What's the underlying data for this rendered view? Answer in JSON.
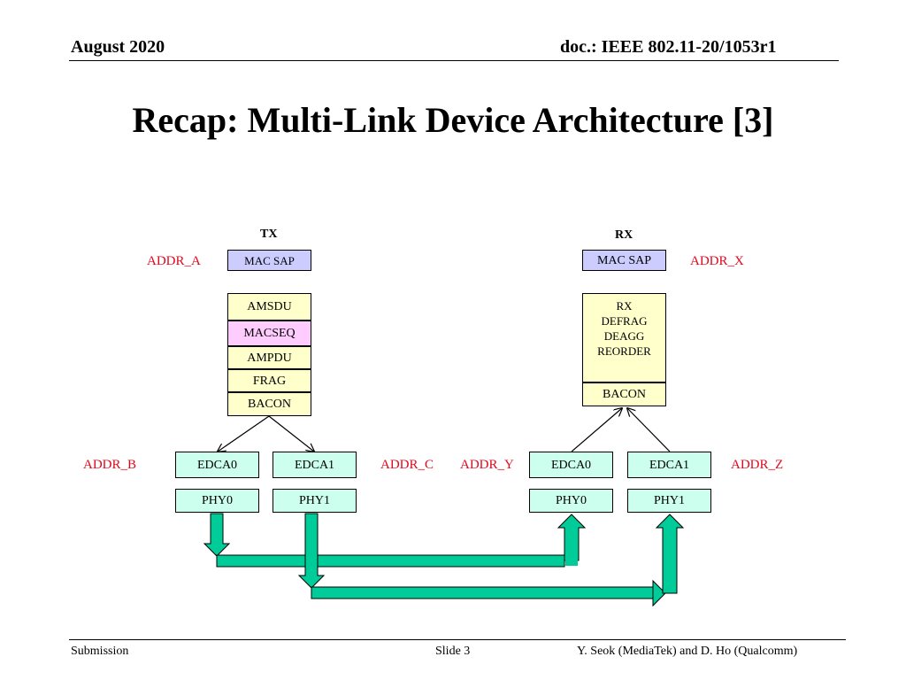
{
  "header": {
    "left": "August 2020",
    "right": "doc.: IEEE 802.11-20/1053r1"
  },
  "title": "Recap: Multi-Link Device Architecture [3]",
  "tx": {
    "label": "TX",
    "addr_sap": "ADDR_A",
    "mac_sap": "MAC SAP",
    "stack": [
      "AMSDU",
      "MACSEQ",
      "AMPDU",
      "FRAG",
      "BACON"
    ],
    "links": [
      {
        "addr": "ADDR_B",
        "edca": "EDCA0",
        "phy": "PHY0"
      },
      {
        "addr": "ADDR_C",
        "edca": "EDCA1",
        "phy": "PHY1"
      }
    ]
  },
  "rx": {
    "label": "RX",
    "addr_sap": "ADDR_X",
    "mac_sap": "MAC SAP",
    "stack_lines": [
      "RX",
      "DEFRAG",
      "DEAGG",
      "REORDER"
    ],
    "bacon": "BACON",
    "links": [
      {
        "addr": "ADDR_Y",
        "edca": "EDCA0",
        "phy": "PHY0"
      },
      {
        "addr": "ADDR_Z",
        "edca": "EDCA1",
        "phy": "PHY1"
      }
    ]
  },
  "footer": {
    "left": "Submission",
    "center": "Slide 3",
    "right": "Y. Seok (MediaTek) and D. Ho (Qualcomm)"
  },
  "colors": {
    "addr_text": "#e4061c",
    "mac_sap_fill": "#ccccff",
    "amsdu_fill": "#ffffcc",
    "macseq_fill": "#ffccff",
    "link_fill": "#ccffee",
    "arrow_fill": "#00cc99"
  }
}
